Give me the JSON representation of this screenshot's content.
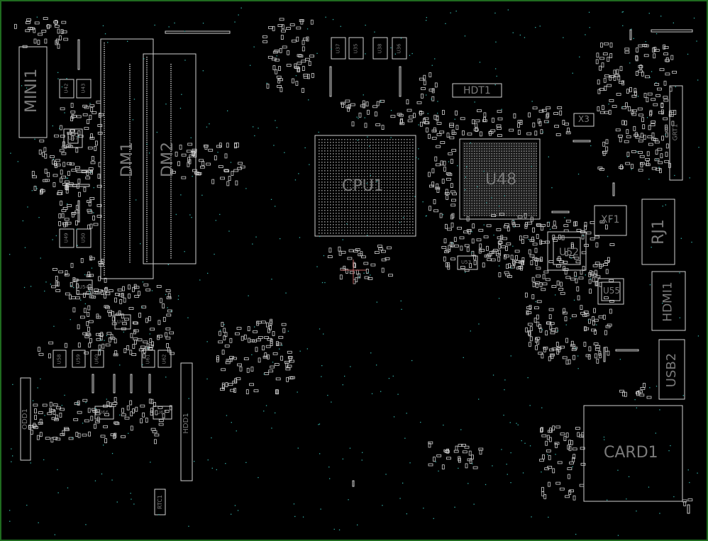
{
  "board": {
    "background": "#000000",
    "frame_color": "#1f6b1f",
    "outline_color": "#cfcfcf",
    "via_color": "#35b0a8",
    "label_color": "#7a7a7a",
    "cursor_color": "#c06060"
  },
  "labels": {
    "mini1": "MINI1",
    "dm1": "DM1",
    "dm2": "DM2",
    "cpu1": "CPU1",
    "u48": "U48",
    "hdt1": "HDT1",
    "x3": "X3",
    "grt1": "GRT1",
    "xf1": "XF1",
    "rj1": "RJ1",
    "u52": "U52",
    "u53": "U53",
    "u55": "U55",
    "hdmi1": "HDMI1",
    "usb2": "USB2",
    "card1": "CARD1",
    "odd1": "ODD1",
    "hdd1": "HDD1",
    "rtc1": "RTC1",
    "u42": "U42",
    "u43": "U43",
    "u47": "U47",
    "u49": "U49",
    "u50": "U50",
    "u54": "U54",
    "u46": "U46",
    "u58": "U58",
    "u59": "U59",
    "u60": "U60",
    "u61": "U61",
    "u62": "U62",
    "u66": "U66",
    "u67": "U67",
    "u37": "U37",
    "u35": "U35",
    "u38": "U38",
    "u36": "U36"
  }
}
